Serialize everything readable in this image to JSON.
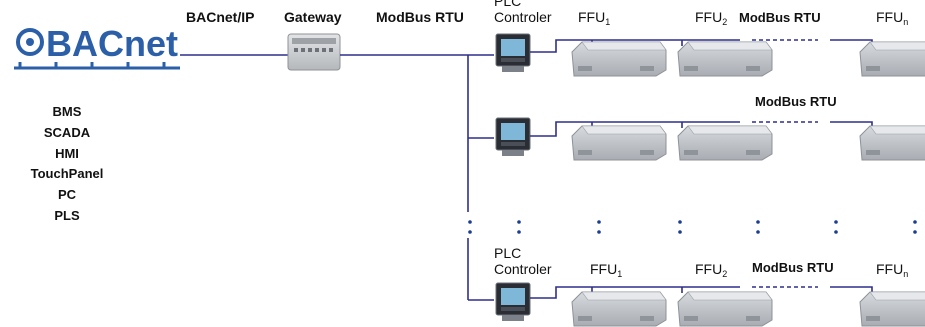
{
  "logo": {
    "text": "BACnet"
  },
  "top_labels": {
    "bacnet_ip": "BACnet/IP",
    "gateway": "Gateway",
    "modbus_rtu": "ModBus RTU",
    "plc_line1": "PLC",
    "plc_line2": "Controler",
    "ffu1": "FFU",
    "ffu1_sub": "1",
    "ffu2": "FFU",
    "ffu2_sub": "2",
    "bus_label": "ModBus RTU",
    "ffun": "FFU",
    "ffun_sub": "n"
  },
  "row2_label": "ModBus RTU",
  "bottom_labels": {
    "plc_line1": "PLC",
    "plc_line2": "Controler",
    "ffu1": "FFU",
    "ffu1_sub": "1",
    "ffu2": "FFU",
    "ffu2_sub": "2",
    "bus_label": "ModBus RTU",
    "ffun": "FFU",
    "ffun_sub": "n"
  },
  "systems_list": [
    "BMS",
    "SCADA",
    "HMI",
    "TouchPanel",
    "PC",
    "PLS"
  ],
  "colors": {
    "wire": "#2f2f8f",
    "logo_blue": "#2b5fa8",
    "device_grey": "#b8bcc2"
  }
}
